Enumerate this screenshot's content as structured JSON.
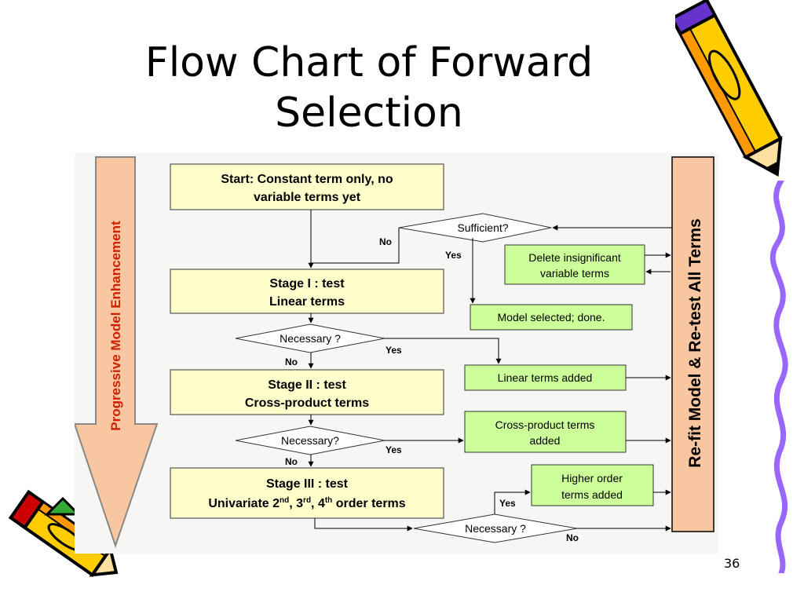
{
  "slide": {
    "title_line1": "Flow Chart of Forward",
    "title_line2": "Selection",
    "page_number": "36"
  },
  "colors": {
    "stage_box": "#ffffcc",
    "outcome_box": "#ccff99",
    "arrow_band": "#f8c6a0",
    "arrow_text": "#cc2200",
    "refit_band": "#f8c6a0",
    "pencil_body": "#ffcc00",
    "pencil_outline": "#000000",
    "pencil_accent": "#6633cc",
    "squiggle": "#9966ff"
  },
  "diagram": {
    "left_arrow_label": "Progressive Model Enhancement",
    "right_band_label": "Re-fit Model & Re-test All Terms",
    "start_box": {
      "line1": "Start: Constant term only, no",
      "line2": "variable terms yet"
    },
    "stage1": {
      "line1": "Stage I : test",
      "line2": "Linear terms"
    },
    "stage2": {
      "line1": "Stage II : test",
      "line2": "Cross-product terms"
    },
    "stage3": {
      "line1": "Stage III : test",
      "prefix": "Univariate 2",
      "sup1": "nd",
      "mid1": ", 3",
      "sup2": "rd",
      "mid2": ", 4",
      "sup3": "th",
      "suffix": " order terms"
    },
    "sufficient": {
      "label": "Sufficient?",
      "no": "No",
      "yes": "Yes"
    },
    "necessary1": {
      "label": "Necessary ?",
      "no": "No",
      "yes": "Yes"
    },
    "necessary2": {
      "label": "Necessary?",
      "no": "No",
      "yes": "Yes"
    },
    "necessary3": {
      "label": "Necessary ?",
      "no": "No",
      "yes": "Yes"
    },
    "delete_box": {
      "line1": "Delete insignificant",
      "line2": "variable terms"
    },
    "model_selected": {
      "label": "Model selected; done."
    },
    "linear_added": {
      "label": "Linear terms added"
    },
    "cross_added": {
      "line1": "Cross-product terms",
      "line2": "added"
    },
    "higher_added": {
      "line1": "Higher order",
      "line2": "terms added"
    }
  }
}
